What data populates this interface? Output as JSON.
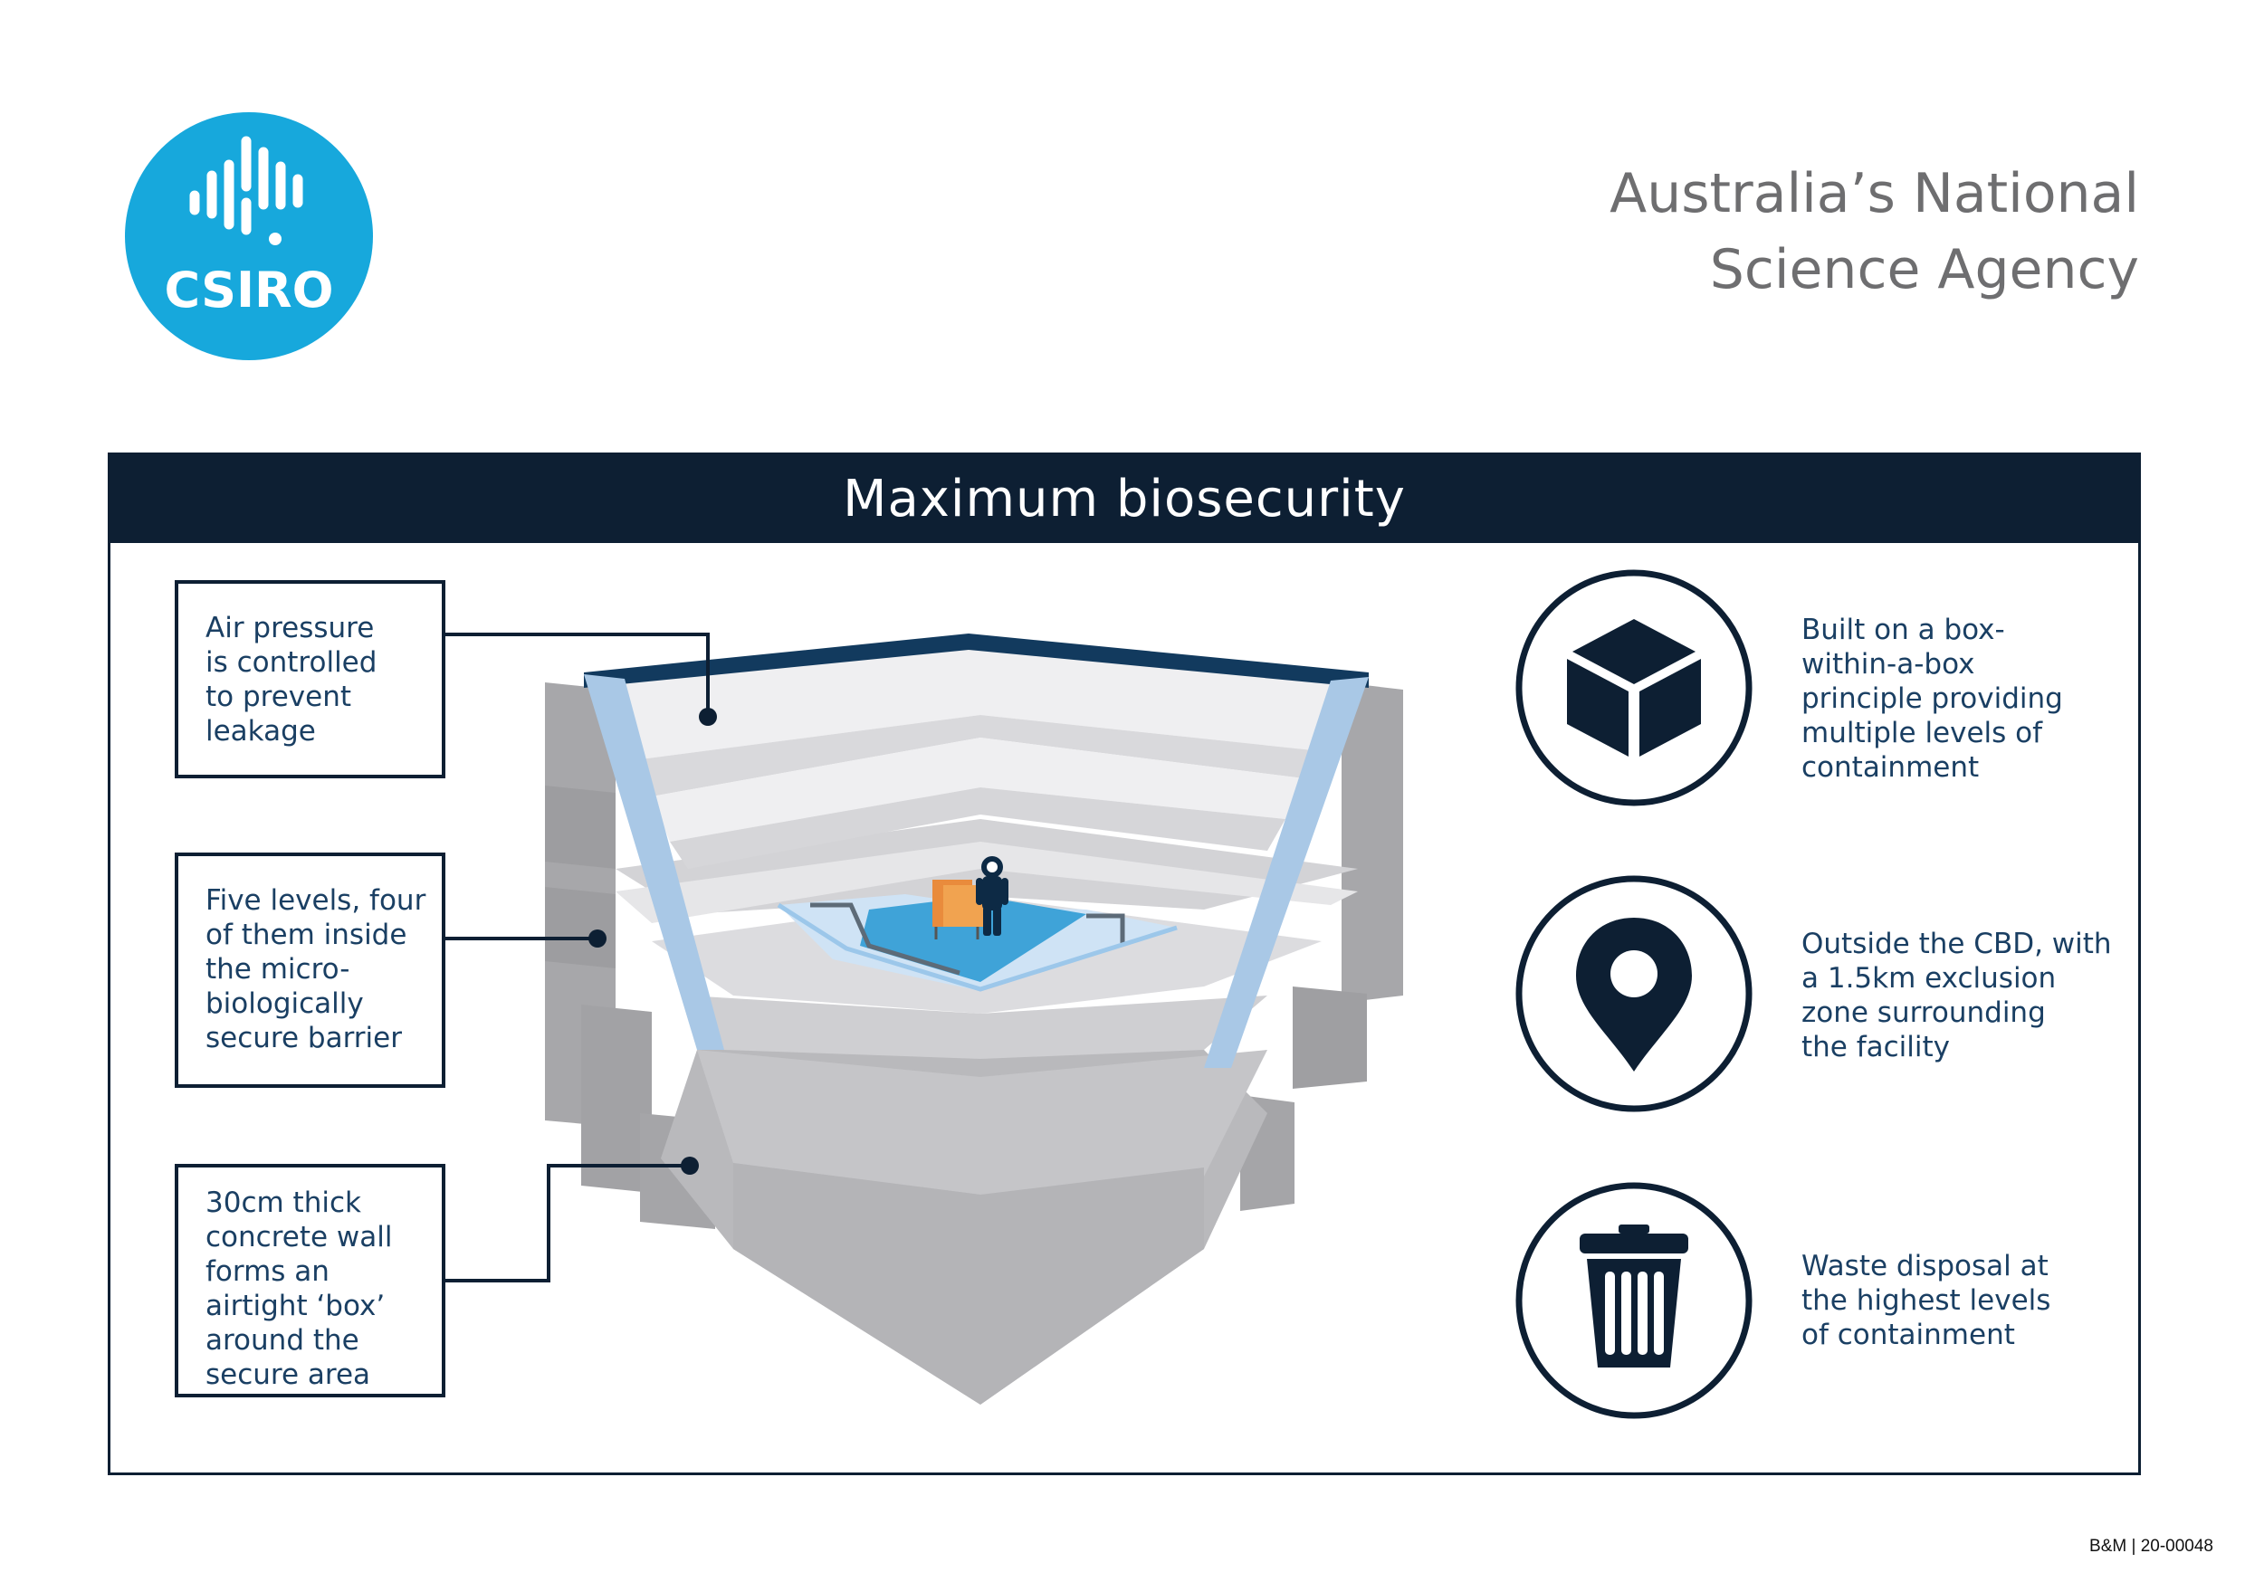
{
  "logo": {
    "text": "CSIRO",
    "icon": "csiro-logo-icon",
    "color": "#17a8dc"
  },
  "agency": {
    "line1": "Australia’s National",
    "line2": "Science Agency"
  },
  "panel": {
    "title": "Maximum biosecurity"
  },
  "callouts": [
    {
      "lines": [
        "Air pressure",
        "is controlled",
        "to prevent",
        "leakage"
      ]
    },
    {
      "lines": [
        "Five levels, four",
        "of them inside",
        "the micro-",
        "biologically",
        "secure barrier"
      ]
    },
    {
      "lines": [
        "30cm thick",
        "concrete wall",
        "forms an",
        "airtight ‘box’",
        "around the",
        "secure area"
      ]
    }
  ],
  "features": [
    {
      "icon": "box-icon",
      "lines": [
        "Built on a box-",
        "within-a-box",
        "principle providing",
        "multiple levels of",
        "containment"
      ]
    },
    {
      "icon": "location-pin-icon",
      "lines": [
        "Outside the CBD, with",
        "a 1.5km exclusion",
        "zone surrounding",
        "the facility"
      ]
    },
    {
      "icon": "trash-bin-icon",
      "lines": [
        "Waste disposal at",
        "the highest levels",
        "of containment"
      ]
    }
  ],
  "footer": {
    "code": "B&M | 20-00048"
  },
  "colors": {
    "navy": "#0d1f33",
    "accent_blue": "#17a8dc",
    "glass_blue": "#a9c8e6",
    "concrete": "#b9b9bc"
  }
}
